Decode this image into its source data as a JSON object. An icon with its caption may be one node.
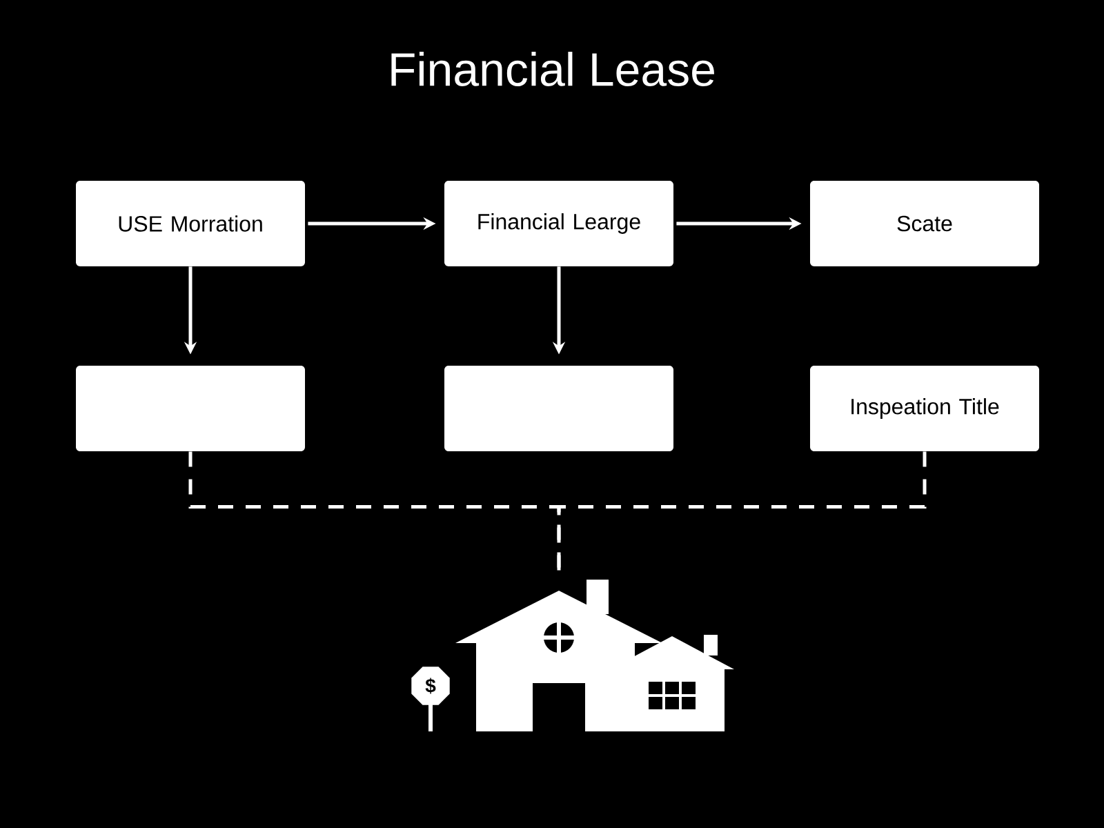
{
  "diagram": {
    "title": "Financial Lease",
    "nodes": [
      {
        "text": [
          "USE Morration"
        ]
      },
      {
        "text": [
          "Financial Learge"
        ]
      },
      {
        "text": [
          "Scate"
        ]
      },
      {
        "text": [],
        "shape": "box"
      },
      {
        "text": [],
        "shape": "box"
      },
      {
        "text": [
          "Inspeation Title"
        ]
      },
      {
        "text": [],
        "shape": "picture"
      }
    ],
    "edges": [
      {
        "from": 0,
        "to": 1,
        "arrow": "to"
      },
      {
        "from": 1,
        "to": 2,
        "arrow": "to"
      },
      {
        "from": 0,
        "to": 3,
        "arrow": "to"
      },
      {
        "from": 1,
        "to": 4,
        "arrow": "to"
      },
      {
        "from": 3,
        "to": 6,
        "arrow": "none",
        "style": "dashed"
      },
      {
        "from": 5,
        "to": 6,
        "arrow": "none",
        "style": "dashed"
      }
    ],
    "labels": [
      "$"
    ]
  }
}
